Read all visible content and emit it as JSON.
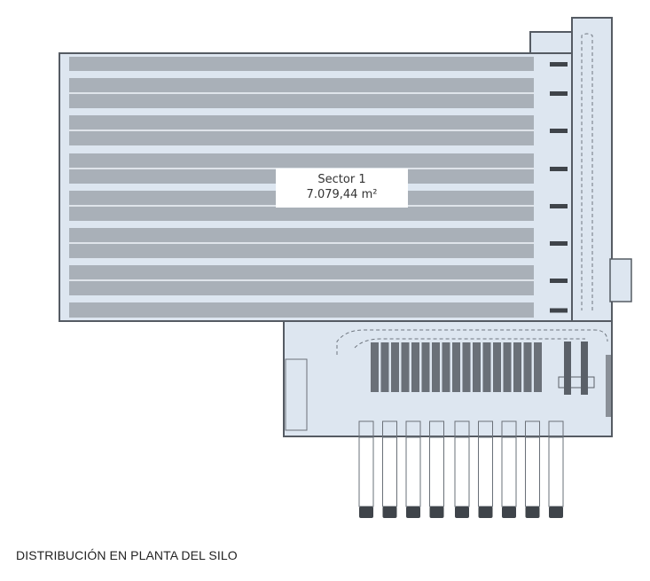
{
  "sector": {
    "name": "Sector 1",
    "area": "7.079,44 m²"
  },
  "caption": "DISTRIBUCIÓN EN PLANTA DEL SILO",
  "layout_counts": {
    "rack_rows": 8,
    "docks": 9,
    "storage_columns": 17
  },
  "colors": {
    "floor": "#dde6f0",
    "rack": "#a9b0b8",
    "wall": "#555b63",
    "dock": "#3f444a"
  }
}
